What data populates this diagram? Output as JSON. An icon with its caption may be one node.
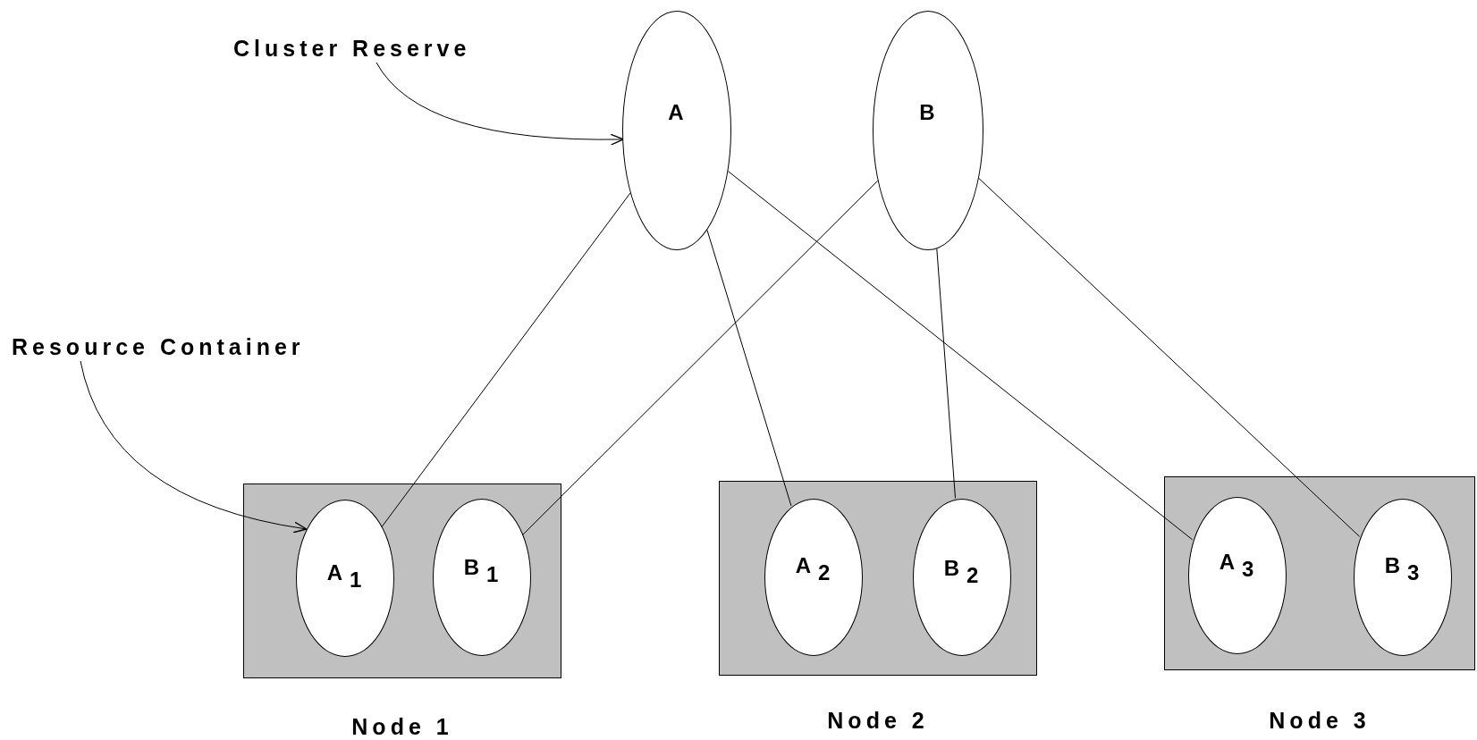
{
  "diagram": {
    "nodes": [
      {
        "text": [
          "Cluster Reserve"
        ]
      },
      {
        "text": [
          "A"
        ]
      },
      {
        "text": [
          "B"
        ]
      },
      {
        "text": [
          "Resource Container"
        ]
      },
      {
        "text": [
          "Node 1"
        ]
      },
      {
        "text": [
          "A$_{1}$"
        ],
        "in": 4
      },
      {
        "text": [
          "B$_{1}$"
        ],
        "in": 4
      },
      {
        "text": [
          "Node 2"
        ]
      },
      {
        "text": [
          "A$_{2}$"
        ],
        "in": 7
      },
      {
        "text": [
          "B$_{2}$"
        ],
        "in": 7
      },
      {
        "text": [
          "Node 3"
        ]
      },
      {
        "text": [
          "A$_{3}$"
        ],
        "in": 10
      },
      {
        "text": [
          "B$_{3}$"
        ],
        "in": 10
      }
    ],
    "edges": [
      {
        "from": 0,
        "to": 1,
        "arrow": "to"
      },
      {
        "from": 3,
        "to": 5,
        "arrow": "to"
      },
      {
        "from": 1,
        "to": 5,
        "arrow": "none"
      },
      {
        "from": 1,
        "to": 8,
        "arrow": "none"
      },
      {
        "from": 1,
        "to": 11,
        "arrow": "none"
      },
      {
        "from": 2,
        "to": 6,
        "arrow": "none"
      },
      {
        "from": 2,
        "to": 9,
        "arrow": "none"
      },
      {
        "from": 2,
        "to": 12,
        "arrow": "none"
      }
    ]
  }
}
